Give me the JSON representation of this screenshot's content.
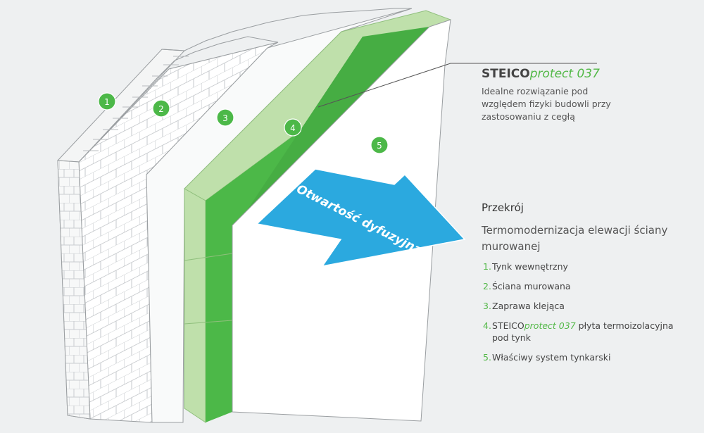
{
  "product": {
    "brand": "STEICO",
    "name": "protect 037",
    "description": "Idealne rozwiązanie pod względem fizyki budowli przy zastosowaniu z cegłą"
  },
  "arrow_label": "Otwartość dyfuzyjna",
  "section": {
    "title": "Przekrój",
    "subtitle": "Termomodernizacja elewacji ściany murowanej"
  },
  "markers": [
    "1",
    "2",
    "3",
    "4",
    "5"
  ],
  "legend": [
    {
      "num": "1.",
      "text": "Tynk wewnętrzny"
    },
    {
      "num": "2.",
      "text": "Ściana murowana"
    },
    {
      "num": "3.",
      "text": "Zaprawa klejąca"
    },
    {
      "num": "4.",
      "pre": "STEICO",
      "italic": "protect 037",
      "post": " płyta termoizolacyjna pod tynk"
    },
    {
      "num": "5.",
      "text": "Właściwy system tynkarski"
    }
  ],
  "colors": {
    "accent": "#52b847",
    "insulation_dark": "#4cb848",
    "insulation_light": "#bfe0ab",
    "arrow": "#2ba9df",
    "background": "#eef0f1"
  }
}
